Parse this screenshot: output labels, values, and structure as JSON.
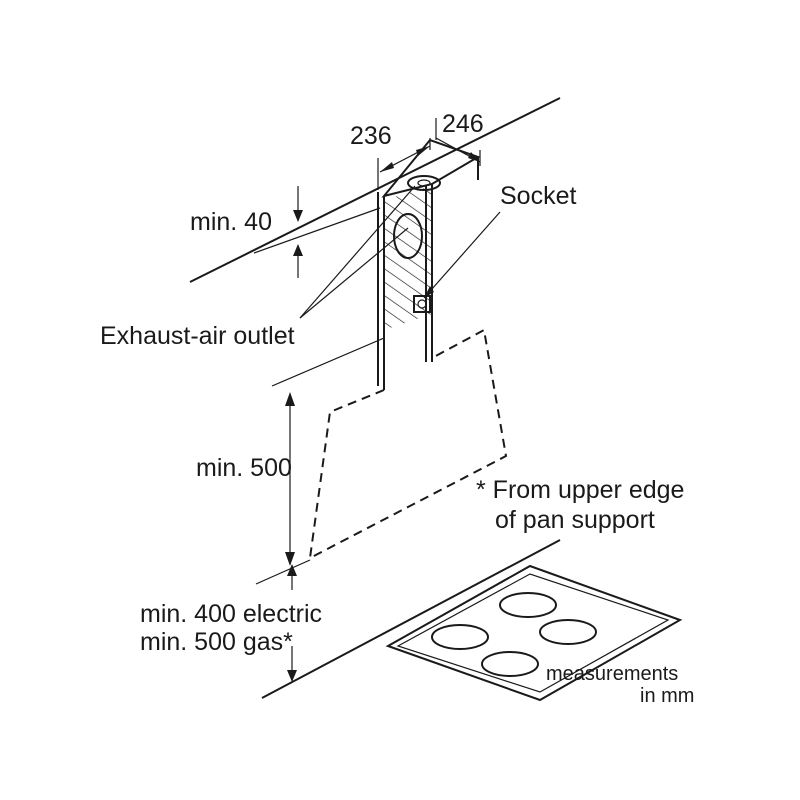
{
  "dimensions": {
    "depth": "236",
    "width": "246",
    "min_ceiling": "min. 40",
    "min_height": "min. 500",
    "min_electric": "min. 400 electric",
    "min_gas": "min. 500 gas*"
  },
  "labels": {
    "socket": "Socket",
    "exhaust": "Exhaust-air outlet",
    "footnote_line1": "* From upper edge",
    "footnote_line2": "of pan support",
    "units_line1": "measurements",
    "units_line2": "in mm"
  },
  "icons": [
    "socket-icon",
    "exhaust-outlet-icon",
    "burner-icon"
  ]
}
